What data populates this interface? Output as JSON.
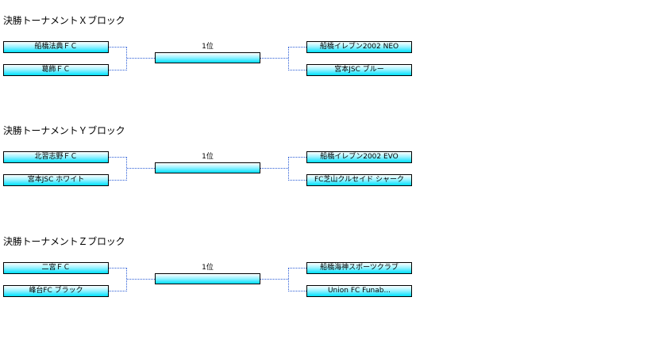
{
  "blocks": [
    {
      "title": "決勝トーナメントＸブロック",
      "left_teams": [
        "船橋法典ＦＣ",
        "葛飾ＦＣ"
      ],
      "right_teams": [
        "船橋イレブン2002 NEO",
        "宮本JSC ブルー"
      ],
      "winner_label": "1位"
    },
    {
      "title": "決勝トーナメントＹブロック",
      "left_teams": [
        "北習志野ＦＣ",
        "宮本JSC ホワイト"
      ],
      "right_teams": [
        "船橋イレブン2002 EVO",
        "FC芝山クルセイド シャーク"
      ],
      "winner_label": "1位"
    },
    {
      "title": "決勝トーナメントＺブロック",
      "left_teams": [
        "二宮ＦＣ",
        "峰台FC ブラック"
      ],
      "right_teams": [
        "船橋海神スポーツクラブ",
        "Union FC Funab..."
      ],
      "winner_label": "1位"
    }
  ],
  "colors": {
    "box_gradient_top": "#ffffff",
    "box_gradient_bottom": "#00e0ff",
    "connector": "#2a5cd6"
  }
}
